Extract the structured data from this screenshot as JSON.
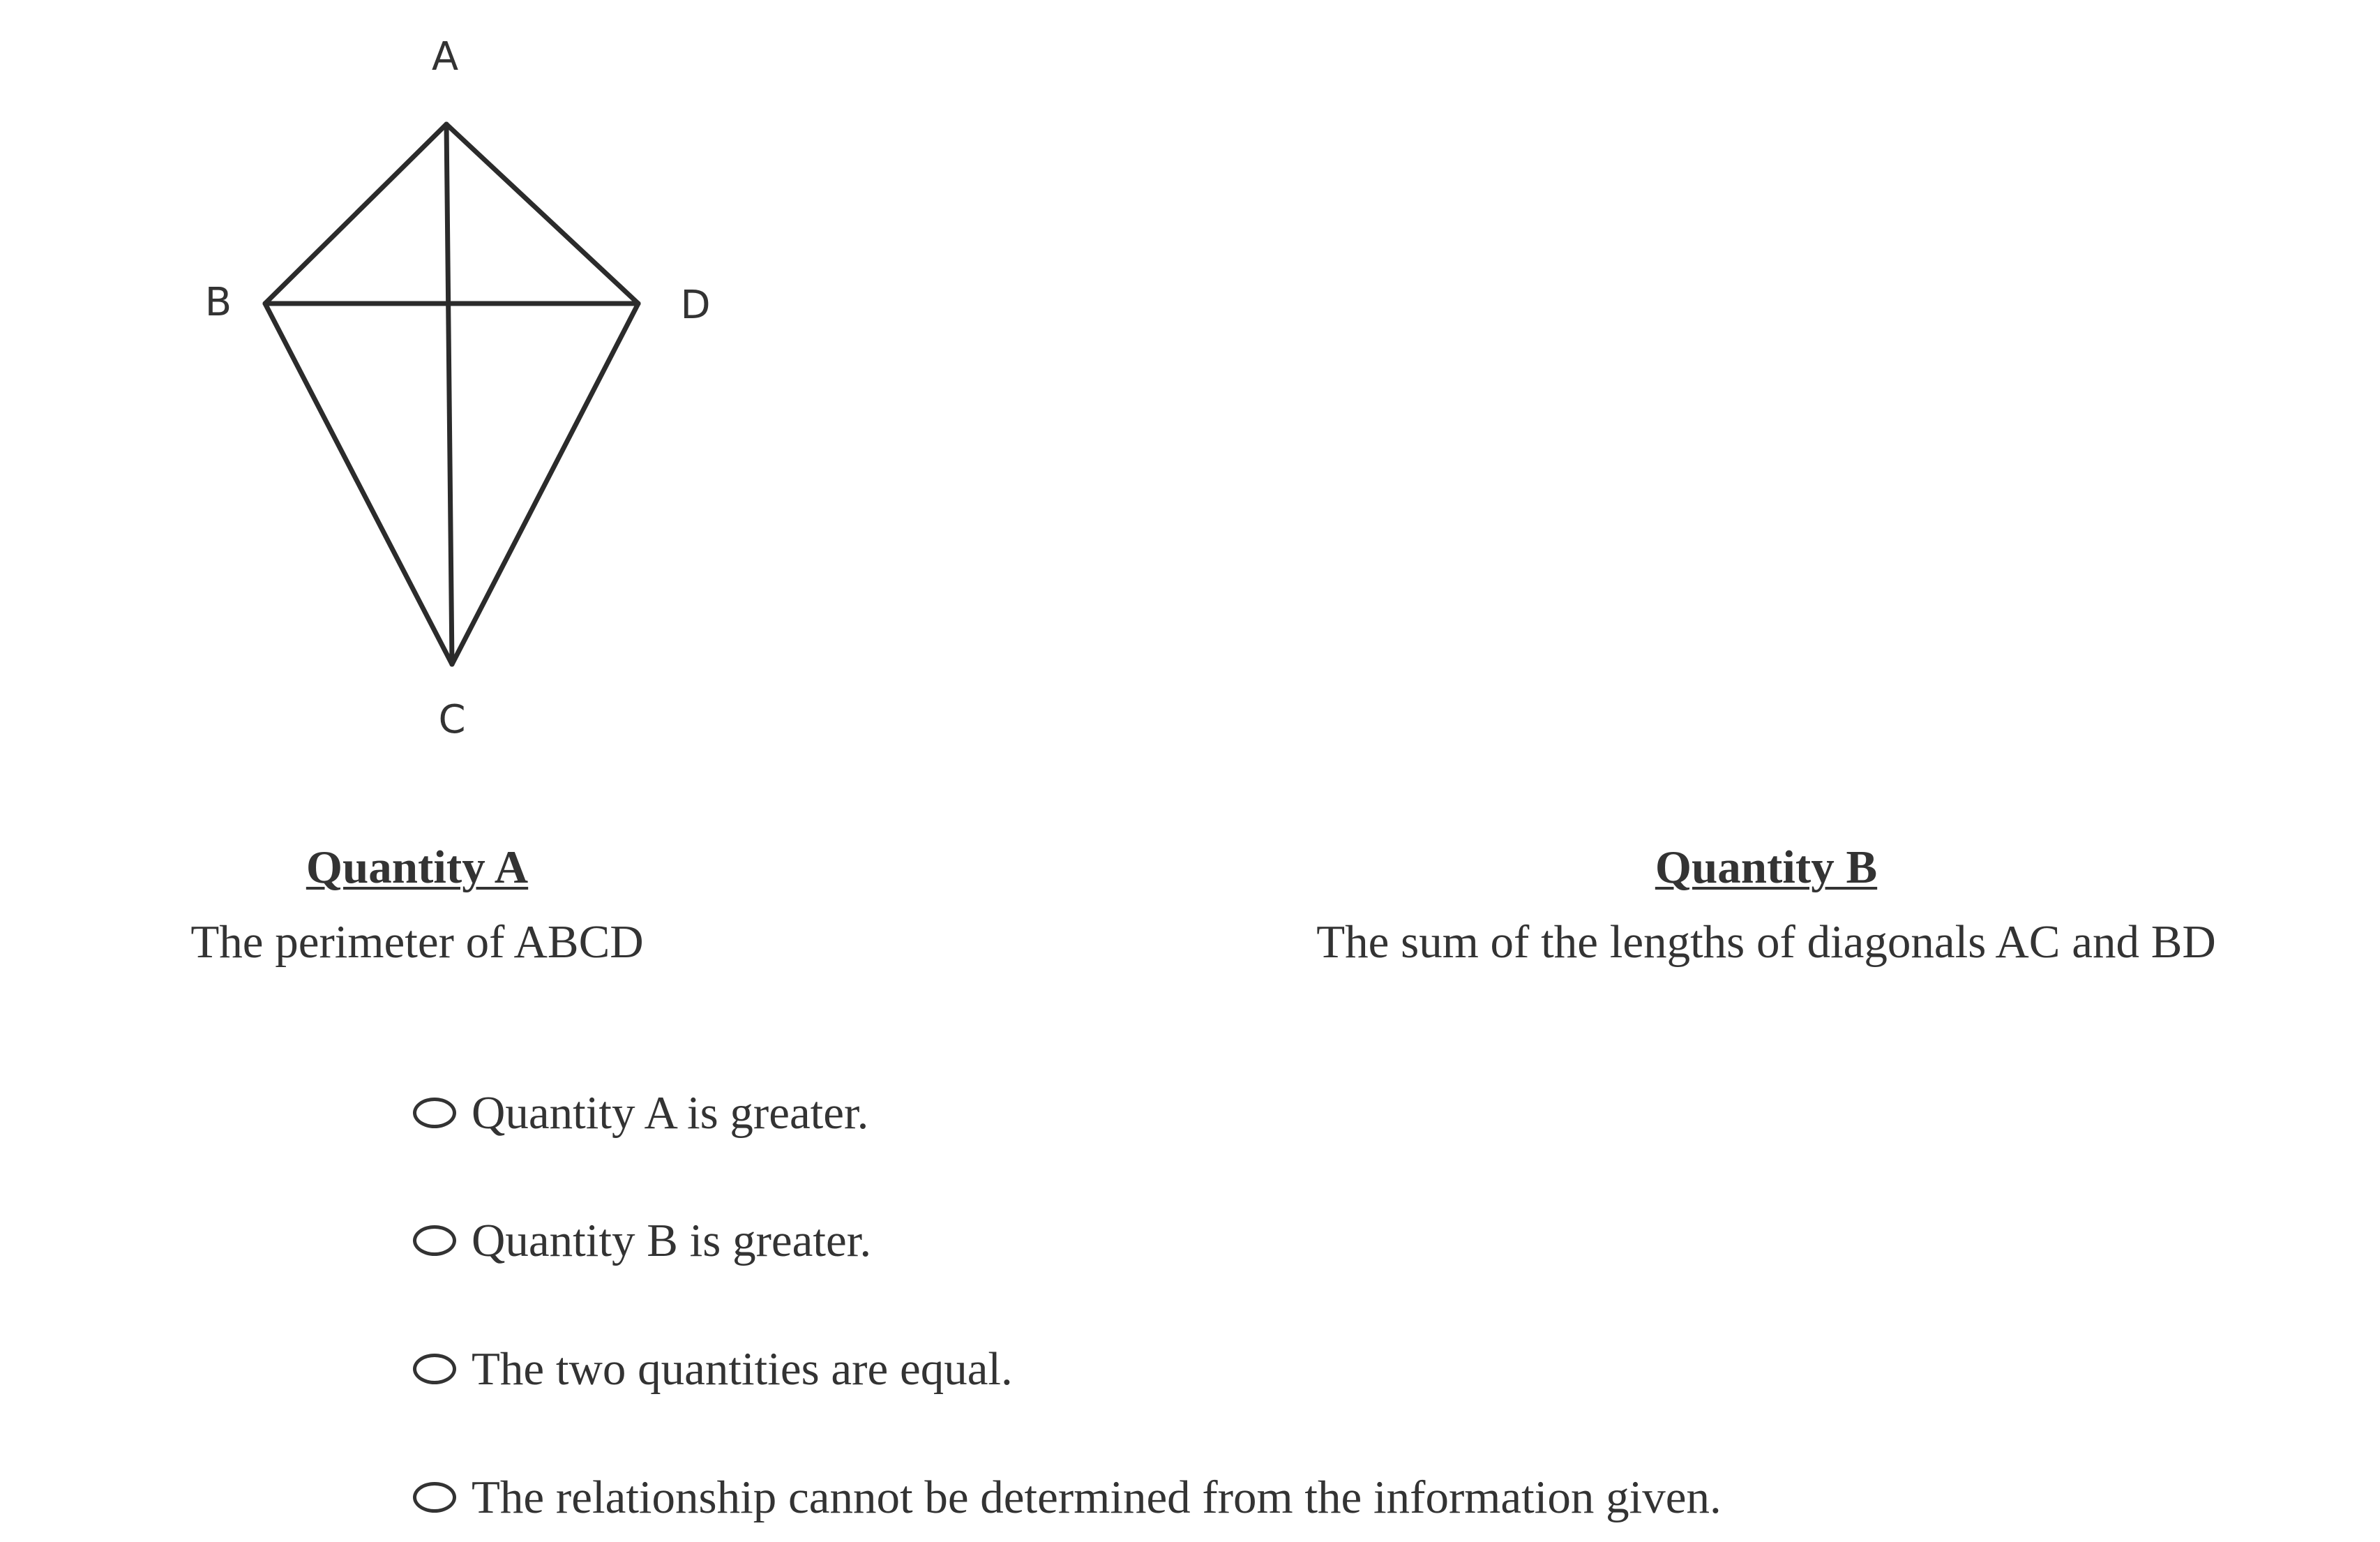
{
  "figure": {
    "vertex_labels": {
      "A": "A",
      "B": "B",
      "C": "C",
      "D": "D"
    }
  },
  "quantity_a": {
    "heading": "Quantity A",
    "text": "The perimeter of ABCD"
  },
  "quantity_b": {
    "heading": "Quantity B",
    "text": "The sum of the lengths of diagonals AC and BD"
  },
  "choices": [
    {
      "label": "Quantity A is greater."
    },
    {
      "label": "Quantity B is greater."
    },
    {
      "label": "The two quantities are equal."
    },
    {
      "label": "The relationship cannot be determined from the information given."
    }
  ]
}
